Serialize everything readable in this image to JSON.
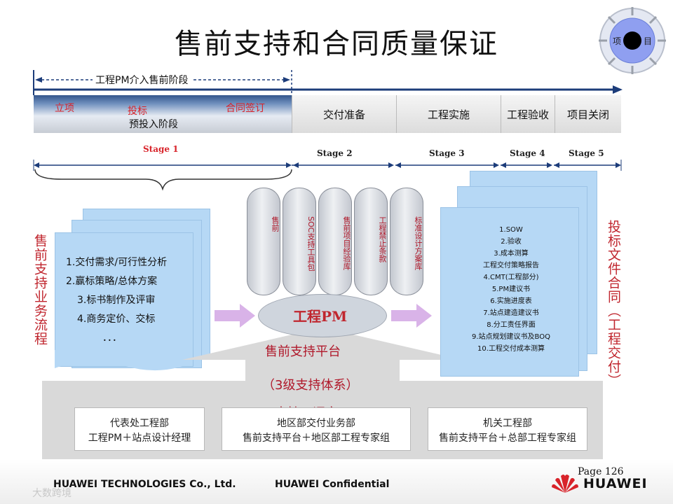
{
  "title": "售前支持和合同质量保证",
  "corner_icon": {
    "left": "项",
    "right": "目"
  },
  "presale_span_label": "工程PM介入售前阶段",
  "stage1_labels": {
    "start": "立项",
    "bid": "投标",
    "contract": "合同签订",
    "prebid": "预投入阶段"
  },
  "stages": [
    "交付准备",
    "工程实施",
    "工程验收",
    "项目关闭"
  ],
  "stage_numbers": [
    "Stage 1",
    "Stage 2",
    "Stage 3",
    "Stage 4",
    "Stage 5"
  ],
  "left_vertical": "售前支持业务流程",
  "right_vertical": "投标文件合同（工程交付）",
  "left_items": [
    "1.交付需求/可行性分析",
    "2.赢标策略/总体方案",
    "3.标书制作及评审",
    "4.商务定价、交标",
    "．．．"
  ],
  "databases": [
    "售前",
    "SOC支持工具包",
    "售前项目经验库",
    "工程禁止条款",
    "标准设计方案库"
  ],
  "center": {
    "pm": "工程PM",
    "platform": "售前支持平台",
    "system": "（3级支持体系）",
    "support": "支持、评审"
  },
  "right_items": [
    "1.SOW",
    "2.验收",
    "3.成本测算",
    "工程交付策略报告",
    "4.CMT(工程部分)",
    "5.PM建议书",
    "6.实施进度表",
    "7.站点建造建议书",
    "8.分工责任界面",
    "9.站点规划建议书及BOQ",
    "10.工程交付成本测算"
  ],
  "bottom_boxes": [
    {
      "line1": "代表处工程部",
      "line2": "工程PM＋站点设计经理"
    },
    {
      "line1": "地区部交付业务部",
      "line2": "售前支持平台＋地区部工程专家组"
    },
    {
      "line1": "机关工程部",
      "line2": "售前支持平台＋总部工程专家组"
    }
  ],
  "footer": {
    "company": "HUAWEI TECHNOLOGIES Co., Ltd.",
    "confidential": "HUAWEI Confidential",
    "page": "Page 126",
    "brand": "HUAWEI",
    "watermark": "大数跨境"
  },
  "colors": {
    "accent_red": "#d8232a",
    "doc_blue": "#b6d8f5",
    "bar_blue": "#33558c"
  }
}
